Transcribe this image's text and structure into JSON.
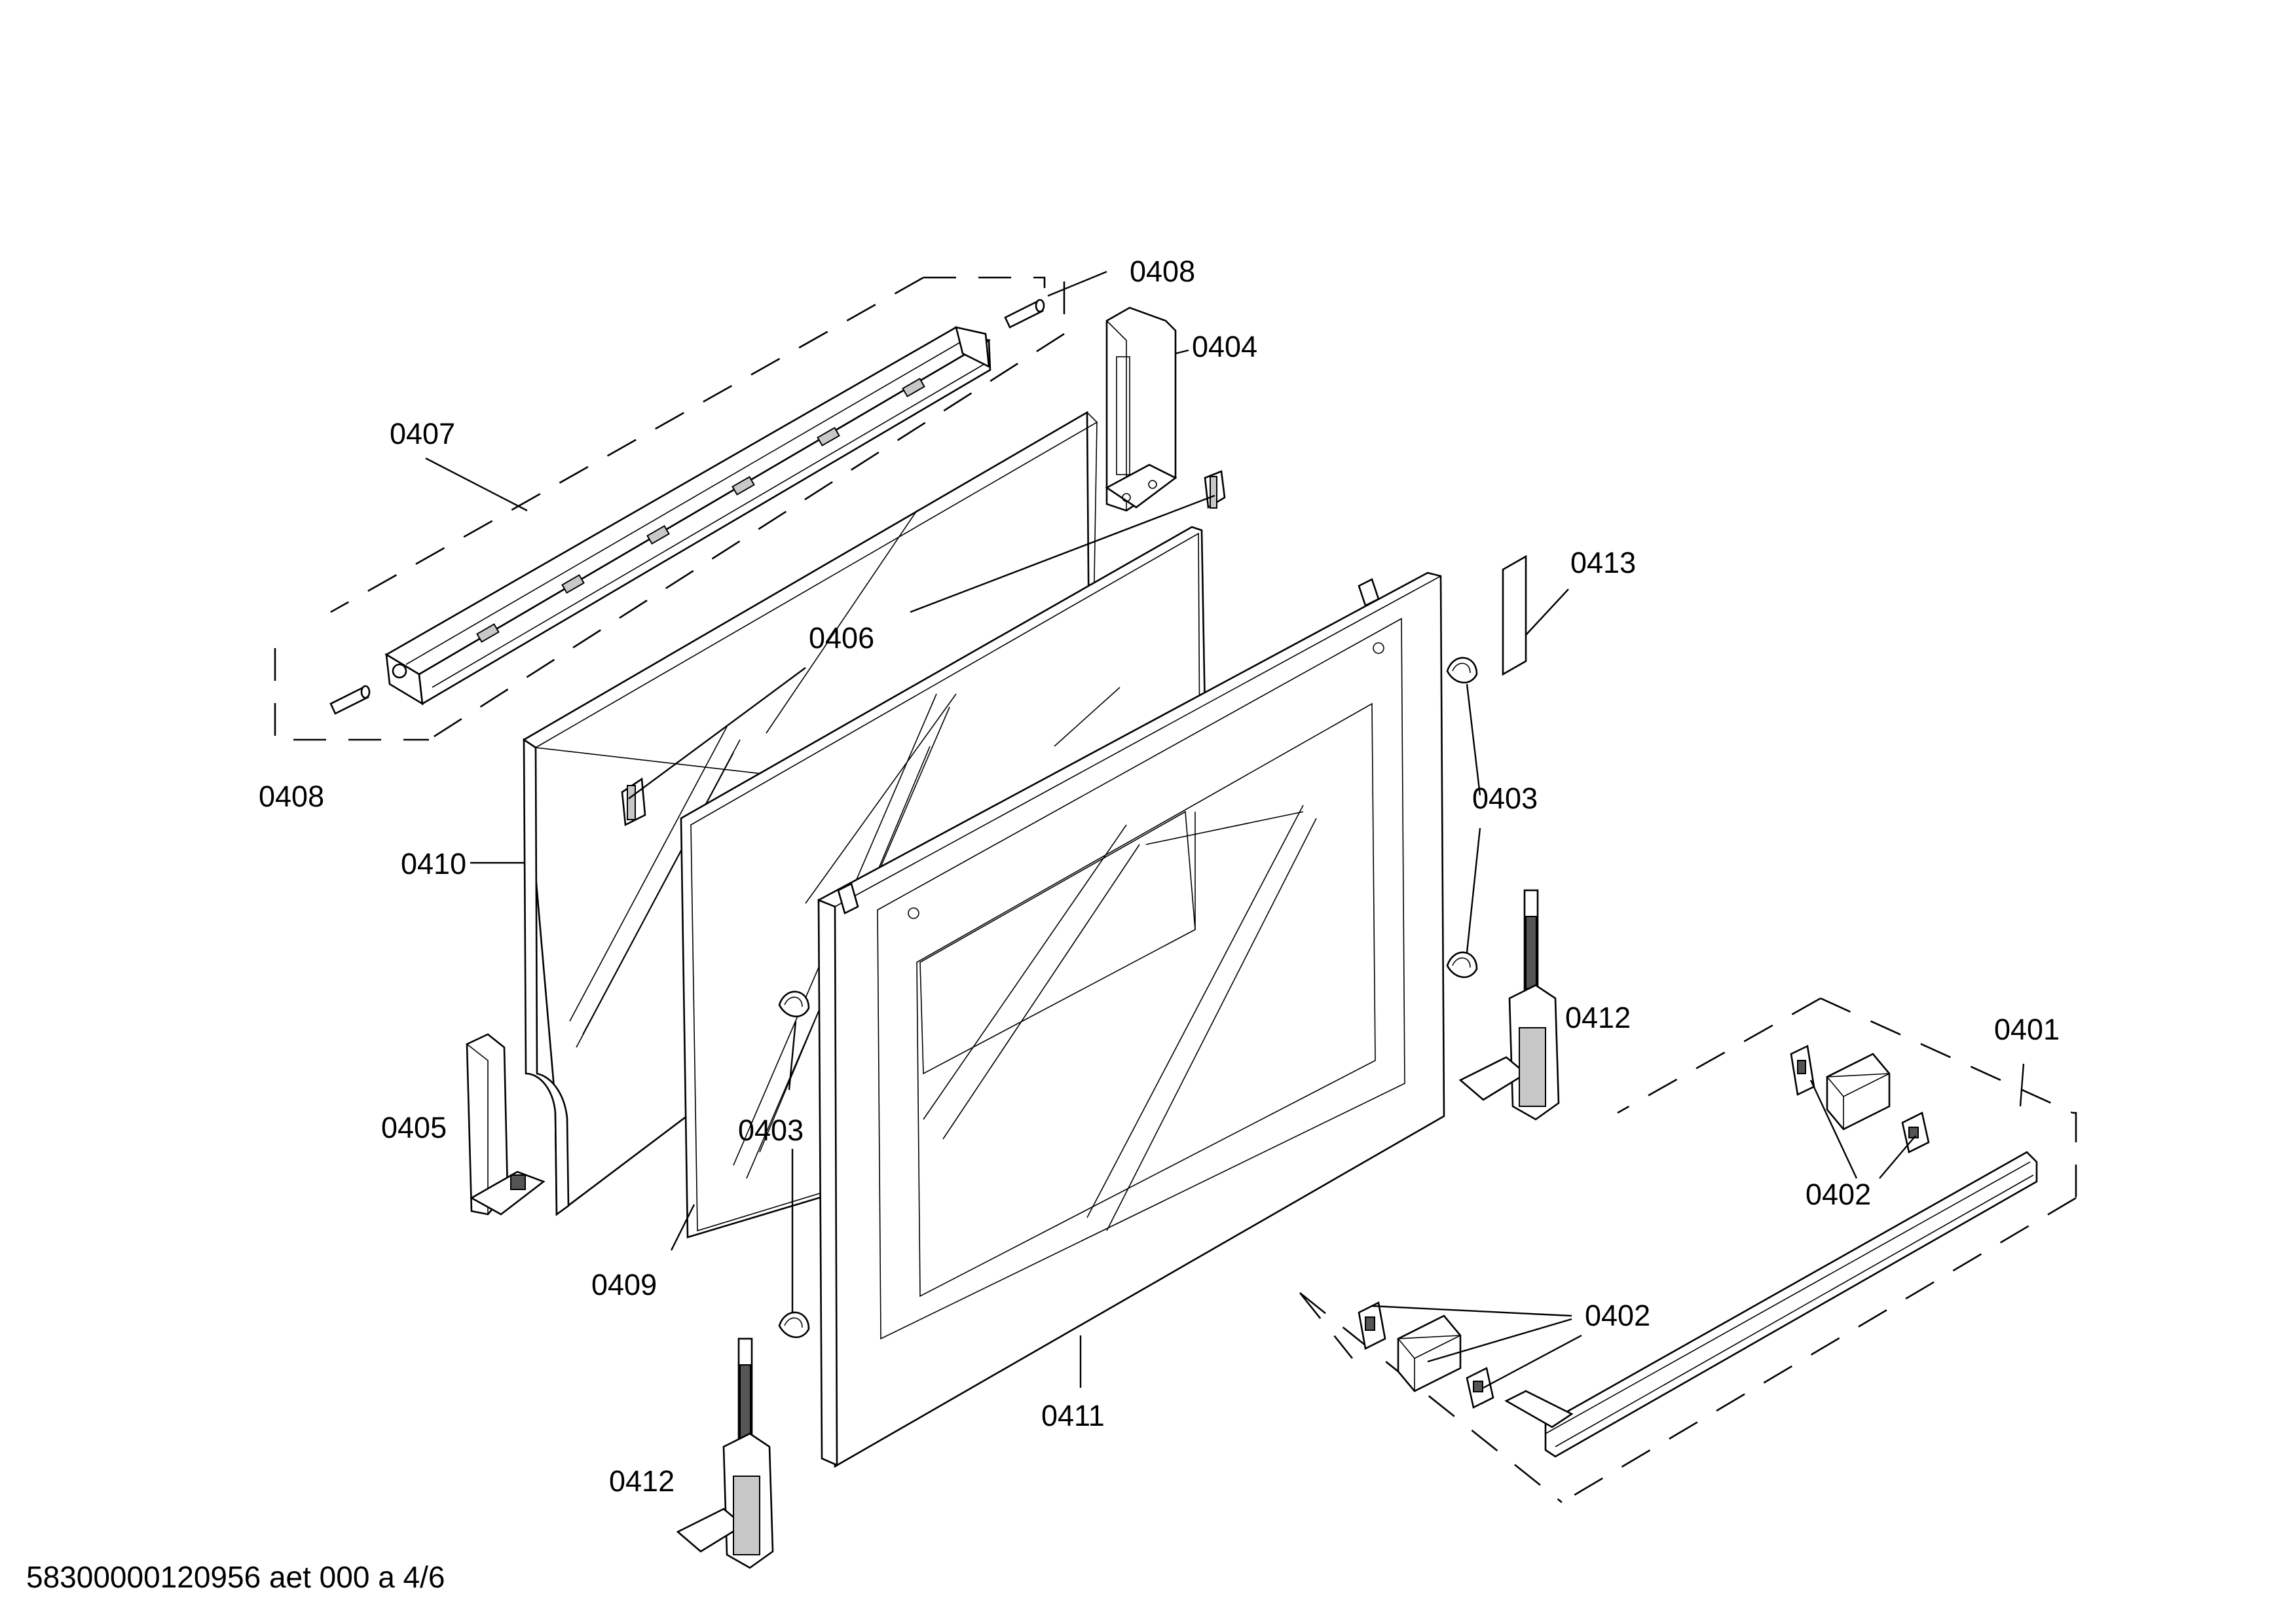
{
  "labels": {
    "l0401": "0401",
    "l0402a": "0402",
    "l0402b": "0402",
    "l0403a": "0403",
    "l0403b": "0403",
    "l0404": "0404",
    "l0405": "0405",
    "l0406": "0406",
    "l0407": "0407",
    "l0408a": "0408",
    "l0408b": "0408",
    "l0409": "0409",
    "l0410": "0410",
    "l0411": "0411",
    "l0412a": "0412",
    "l0412b": "0412",
    "l0413": "0413"
  },
  "footer": "58300000120956 aet 000 a 4/6"
}
